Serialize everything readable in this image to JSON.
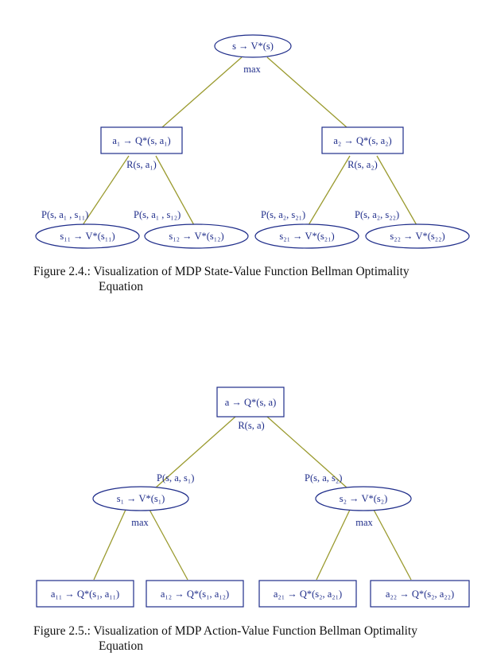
{
  "colors": {
    "node_stroke": "#1f2d8a",
    "edge": "#9a9a2e",
    "text": "#1f2d8a"
  },
  "fig24": {
    "root": "s → V*(s)",
    "root_label": "max",
    "actions": [
      {
        "text": "a₁ → Q*(s, a₁)",
        "reward": "R(s, a₁)",
        "children": [
          {
            "text": "s₁₁ → V*(s₁₁)",
            "prob": "P(s, a₁ , s₁₁)"
          },
          {
            "text": "s₁₂ → V*(s₁₂)",
            "prob": "P(s, a₁ , s₁₂)"
          }
        ]
      },
      {
        "text": "a₂ → Q*(s, a₂)",
        "reward": "R(s, a₂)",
        "children": [
          {
            "text": "s₂₁ → V*(s₂₁)",
            "prob": "P(s, a₂, s₂₁)"
          },
          {
            "text": "s₂₂ → V*(s₂₂)",
            "prob": "P(s, a₂, s₂₂)"
          }
        ]
      }
    ],
    "caption_num": "Figure 2.4.:",
    "caption_text": "Visualization of MDP State-Value Function Bellman Optimality",
    "caption_text2": "Equation"
  },
  "fig25": {
    "root": "a → Q*(s, a)",
    "root_label": "R(s, a)",
    "states": [
      {
        "text": "s₁ → V*(s₁)",
        "prob": "P(s, a, s₁)",
        "max": "max",
        "children": [
          {
            "text": "a₁₁ → Q*(s₁, a₁₁)"
          },
          {
            "text": "a₁₂ → Q*(s₁, a₁₂)"
          }
        ]
      },
      {
        "text": "s₂ → V*(s₂)",
        "prob": "P(s, a, s₂)",
        "max": "max",
        "children": [
          {
            "text": "a₂₁ → Q*(s₂, a₂₁)"
          },
          {
            "text": "a₂₂ → Q*(s₂, a₂₂)"
          }
        ]
      }
    ],
    "caption_num": "Figure 2.5.:",
    "caption_text": "Visualization of MDP Action-Value Function Bellman Optimality",
    "caption_text2": "Equation"
  }
}
